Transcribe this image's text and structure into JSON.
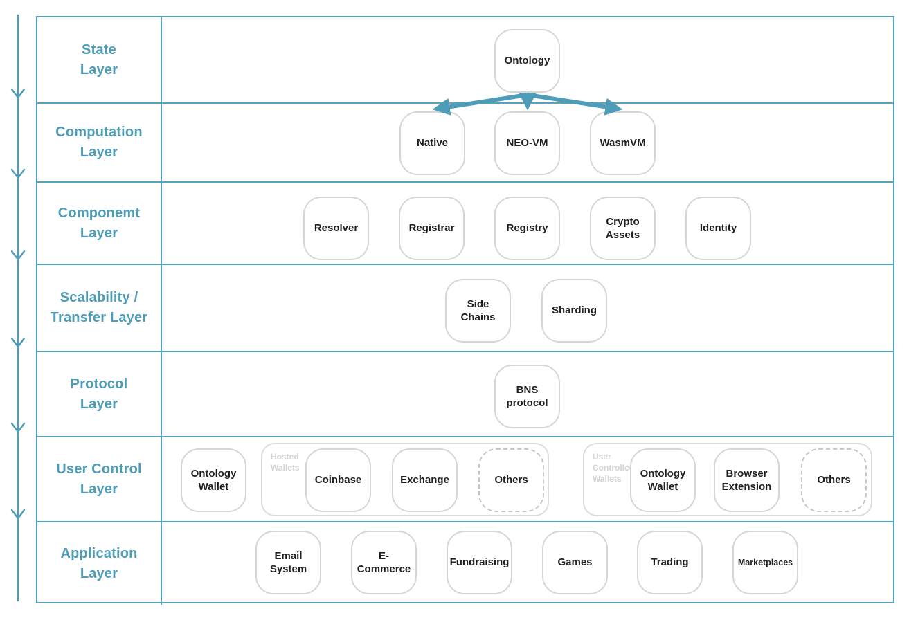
{
  "colors": {
    "accent_teal": "#4d9cb8",
    "grid_line": "#55a2bd",
    "box_border": "#d6d6d6",
    "box_text": "#1f1f1f",
    "group_label_gray": "#d6d4d0"
  },
  "layers": [
    {
      "label": "State\nLayer",
      "boxes": [
        {
          "label": "Ontology"
        }
      ]
    },
    {
      "label": "Computation\nLayer",
      "boxes": [
        {
          "label": "Native"
        },
        {
          "label": "NEO-VM"
        },
        {
          "label": "WasmVM"
        }
      ]
    },
    {
      "label": "Componemt\nLayer",
      "boxes": [
        {
          "label": "Resolver"
        },
        {
          "label": "Registrar"
        },
        {
          "label": "Registry"
        },
        {
          "label": "Crypto\nAssets"
        },
        {
          "label": "Identity"
        }
      ]
    },
    {
      "label": "Scalability /\nTransfer Layer",
      "boxes": [
        {
          "label": "Side\nChains"
        },
        {
          "label": "Sharding"
        }
      ]
    },
    {
      "label": "Protocol\nLayer",
      "boxes": [
        {
          "label": "BNS\nprotocol"
        }
      ]
    },
    {
      "label": "User Control\nLayer",
      "standalone_box": {
        "label": "Ontology\nWallet"
      },
      "groups": [
        {
          "label": "Hosted\nWallets",
          "boxes": [
            {
              "label": "Coinbase"
            },
            {
              "label": "Exchange"
            },
            {
              "label": "Others",
              "dashed": true
            }
          ]
        },
        {
          "label": "User\nControlled\nWallets",
          "boxes": [
            {
              "label": "Ontology\nWallet"
            },
            {
              "label": "Browser\nExtension"
            },
            {
              "label": "Others",
              "dashed": true
            }
          ]
        }
      ]
    },
    {
      "label": "Application\nLayer",
      "boxes": [
        {
          "label": "Email\nSystem"
        },
        {
          "label": "E-\nCommerce"
        },
        {
          "label": "Fundraising"
        },
        {
          "label": "Games"
        },
        {
          "label": "Trading"
        },
        {
          "label": "Marketplaces"
        }
      ]
    }
  ],
  "connections": {
    "from": "Ontology",
    "to": [
      "Native",
      "NEO-VM",
      "WasmVM"
    ]
  }
}
